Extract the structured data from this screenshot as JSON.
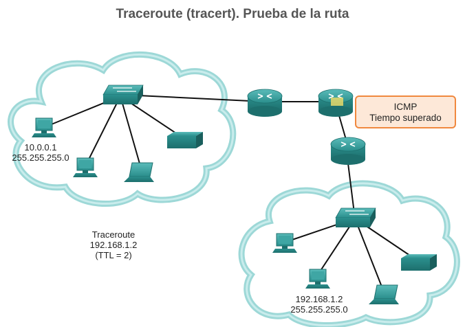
{
  "title": "Traceroute (tracert). Prueba de la ruta",
  "callout": {
    "line1": "ICMP",
    "line2": "Tiempo superado"
  },
  "source_host": {
    "ip": "10.0.0.1",
    "mask": "255.255.255.0"
  },
  "destination_host": {
    "ip": "192.168.1.2",
    "mask": "255.255.255.0"
  },
  "traceroute_command": {
    "line1": "Traceroute",
    "line2": "192.168.1.2",
    "line3": "(TTL = 2)"
  },
  "icons": [
    "cloud-icon",
    "switch-icon",
    "router-icon",
    "pc-icon",
    "laptop-icon",
    "printer-icon"
  ],
  "colors": {
    "teal": "#2f9a98",
    "cloud_outline": "#8fd3d2",
    "callout_border": "#f0883e",
    "callout_fill": "#fde8d8",
    "highlight": "#e8d96a"
  }
}
